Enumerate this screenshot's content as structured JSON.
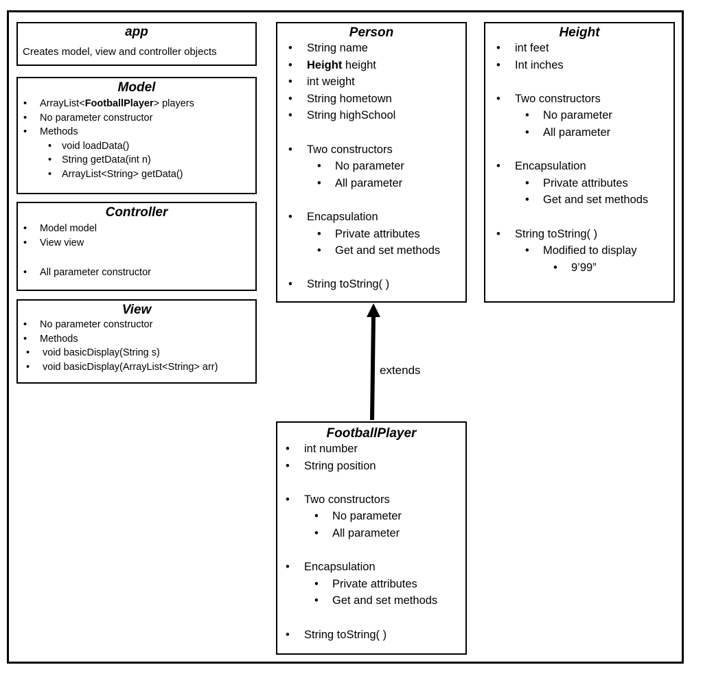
{
  "app": {
    "title": "app",
    "description": "Creates model, view and controller objects"
  },
  "model": {
    "title": "Model",
    "items": {
      "players_pre": "ArrayList<",
      "players_bold": "FootballPlayer",
      "players_post": "> players",
      "no_param": "No parameter constructor",
      "methods": "Methods",
      "m1": "void loadData()",
      "m2": "String getData(int n)",
      "m3": "ArrayList<String> getData()"
    }
  },
  "controller": {
    "title": "Controller",
    "items": [
      "Model model",
      "View view",
      "All parameter constructor"
    ]
  },
  "view": {
    "title": "View",
    "items": [
      "No parameter constructor",
      "Methods",
      "void basicDisplay(String s)",
      "void basicDisplay(ArrayList<String> arr)"
    ]
  },
  "person": {
    "title": "Person",
    "name": "String name",
    "height_bold": "Height",
    "height_rest": " height",
    "weight": "int weight",
    "hometown": "String hometown",
    "highschool": "String highSchool",
    "ctors": "Two constructors",
    "no_param": "No parameter",
    "all_param": "All parameter",
    "encap": "Encapsulation",
    "private": "Private attributes",
    "getset": "Get and set methods",
    "tostring": "String toString( )"
  },
  "height": {
    "title": "Height",
    "feet": "int feet",
    "inches": "Int inches",
    "ctors": "Two constructors",
    "no_param": "No parameter",
    "all_param": "All parameter",
    "encap": "Encapsulation",
    "private": "Private attributes",
    "getset": "Get and set methods",
    "tostring": "String toString( )",
    "modified": "Modified to display",
    "example": "9’99”"
  },
  "football": {
    "title": "FootballPlayer",
    "number": "int number",
    "position": "String position",
    "ctors": "Two constructors",
    "no_param": "No parameter",
    "all_param": "All parameter",
    "encap": "Encapsulation",
    "private": "Private attributes",
    "getset": "Get and set methods",
    "tostring": "String toString( )"
  },
  "relation": {
    "label": "extends"
  }
}
